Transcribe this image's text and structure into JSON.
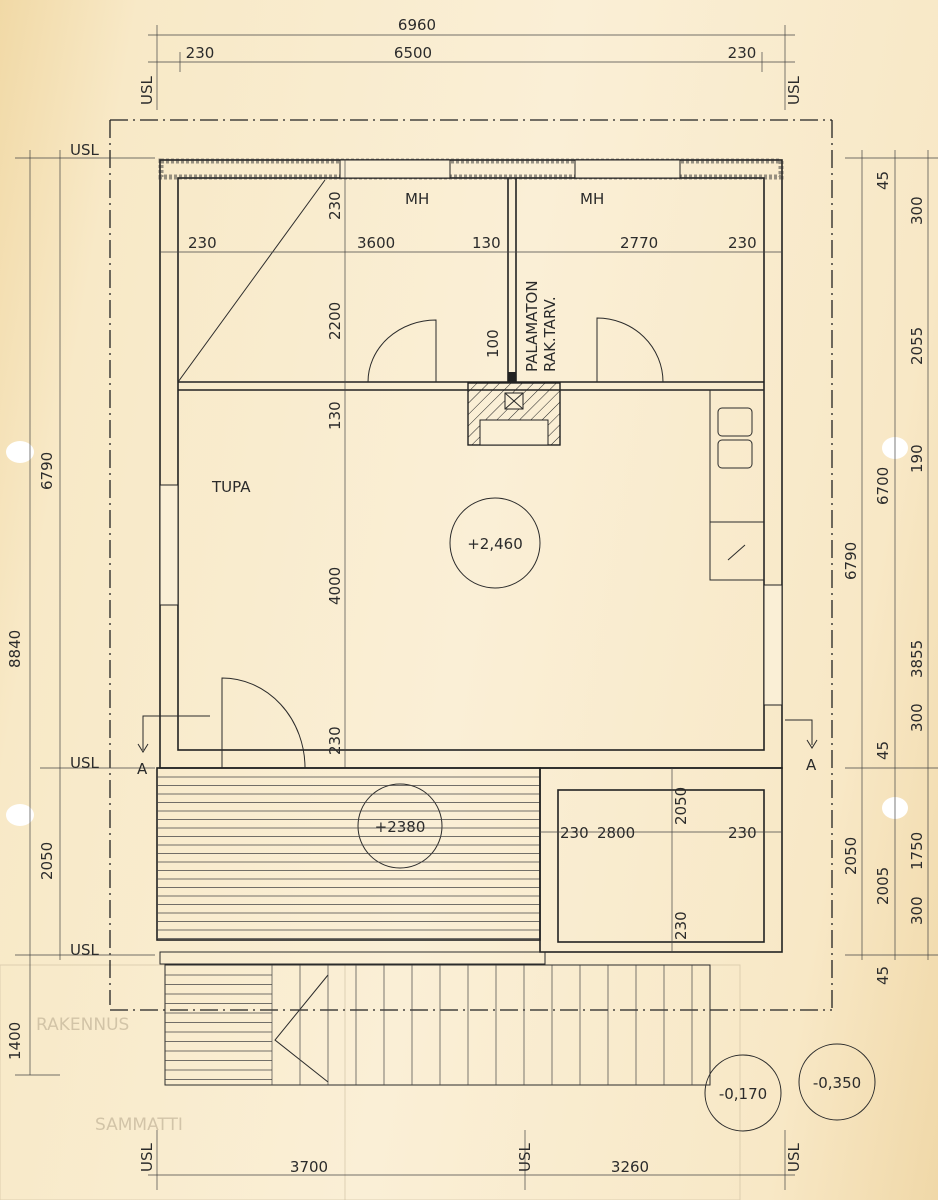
{
  "top_dims": {
    "overall": "6960",
    "left": "230",
    "middle": "6500",
    "right": "230",
    "usl_left": "USL",
    "usl_right": "USL"
  },
  "left_dims": {
    "total": "8840",
    "house": "6790",
    "terrace": "2050",
    "steps": "1400",
    "usl_top": "USL",
    "usl_mid": "USL",
    "usl_bottom": "USL"
  },
  "right_dims": {
    "col1": [
      "6790",
      "2050"
    ],
    "col2": [
      "45",
      "6700",
      "45",
      "2005",
      "45"
    ],
    "col3": [
      "300",
      "2055",
      "190",
      "3855",
      "300",
      "1750",
      "300"
    ]
  },
  "bottom_dims": {
    "left": "3700",
    "right": "3260",
    "usl_a": "USL",
    "usl_b": "USL",
    "usl_c": "USL"
  },
  "rooms": {
    "bedroom1": "MH",
    "bedroom2": "MH",
    "living": "TUPA"
  },
  "interior_dims": {
    "row": [
      "230",
      "3600",
      "130",
      "2770",
      "230"
    ],
    "col": [
      "230",
      "2200",
      "130",
      "4000",
      "230"
    ],
    "wall_100": "100",
    "annex_row": [
      "230",
      "2800",
      "230"
    ],
    "annex_col": [
      "2050",
      "230"
    ]
  },
  "note": {
    "line1": "PALAMATON",
    "line2": "RAK.TARV."
  },
  "levels": {
    "floor": "+2,460",
    "terrace": "+2380",
    "ground1": "-0,170",
    "ground2": "-0,350"
  },
  "section_marks": {
    "left": "A",
    "right": "A"
  },
  "faint_block": {
    "t1": "RAKENNUS",
    "t2": "SAMMATTI"
  }
}
